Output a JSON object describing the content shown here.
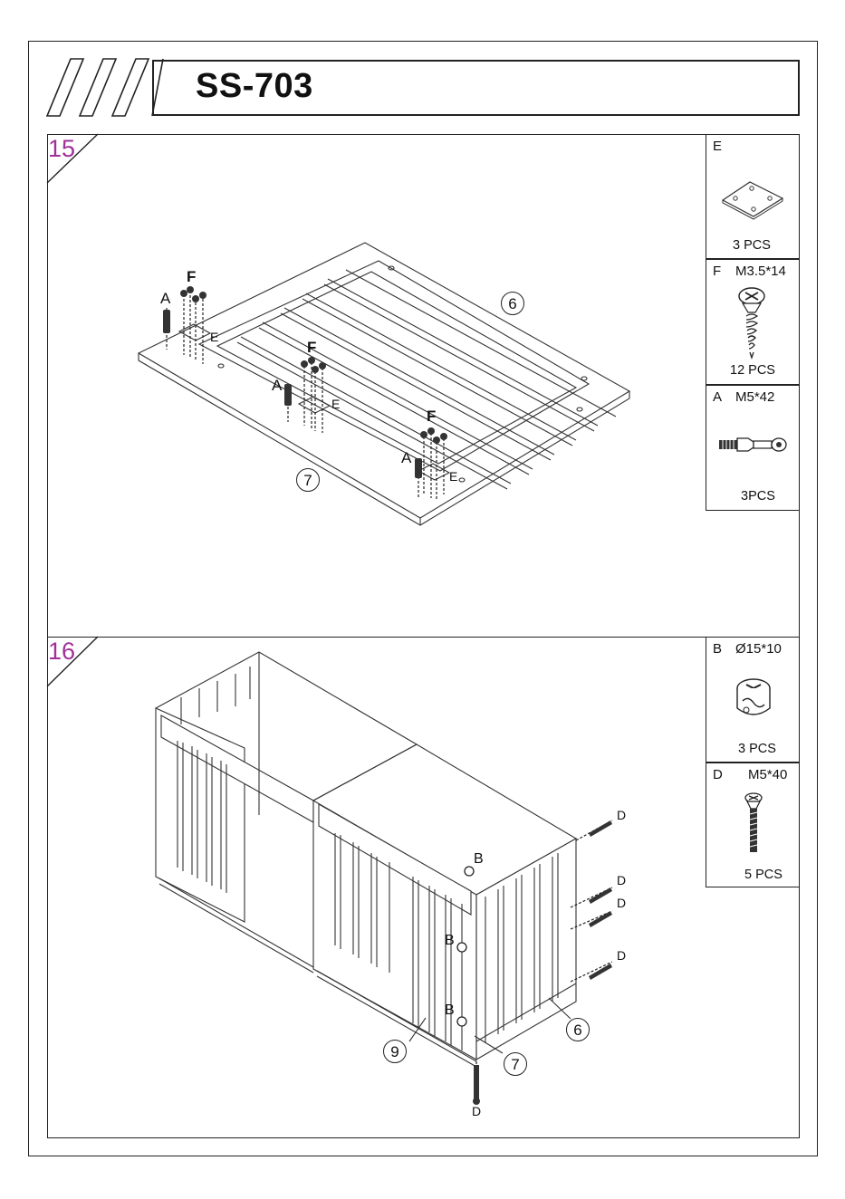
{
  "header": {
    "model": "SS-703"
  },
  "steps": [
    {
      "number": "15",
      "parts": [
        {
          "code": "E",
          "spec": "",
          "qty": "3 PCS",
          "icon": "cam-plate-icon"
        },
        {
          "code": "F",
          "spec": "M3.5*14",
          "qty": "12 PCS",
          "icon": "wood-screw-icon"
        },
        {
          "code": "A",
          "spec": "M5*42",
          "qty": "3PCS",
          "icon": "cam-bolt-icon"
        }
      ],
      "labels": {
        "a": "A",
        "f": "F",
        "e": "E",
        "panel_6": "6",
        "panel_7": "7"
      }
    },
    {
      "number": "16",
      "parts": [
        {
          "code": "B",
          "spec": "Ø15*10",
          "qty": "3 PCS",
          "icon": "cam-lock-icon"
        },
        {
          "code": "D",
          "spec": "M5*40",
          "qty": "5 PCS",
          "icon": "bolt-icon"
        }
      ],
      "labels": {
        "b": "B",
        "d": "D",
        "panel_6": "6",
        "panel_7": "7",
        "panel_9": "9"
      }
    }
  ]
}
